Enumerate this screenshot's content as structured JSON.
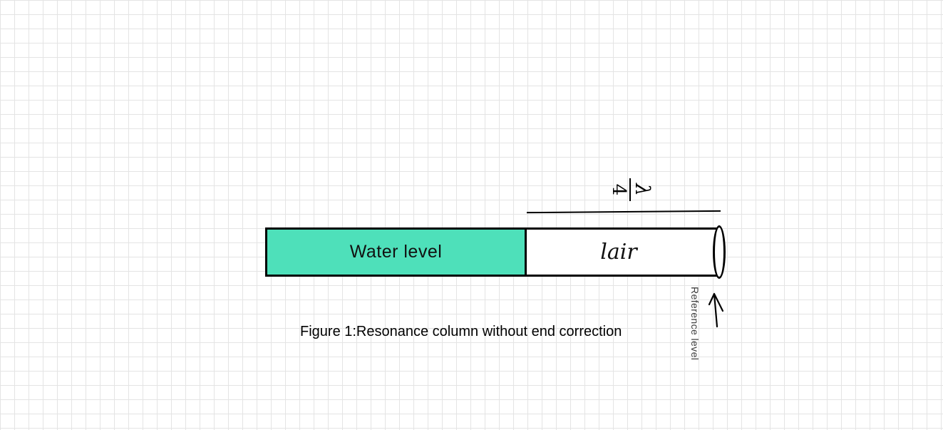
{
  "figure": {
    "water_label": "Water level",
    "air_column_label": "lair",
    "wavelength_fraction": {
      "numerator": "λ",
      "denominator": "4"
    },
    "reference_level_label": "Reference level",
    "caption": "Figure 1:Resonance column without end correction"
  },
  "colors": {
    "water_fill": "#4ee0ba",
    "outline": "#000000",
    "grid_line": "#e4e4e4",
    "canvas_background": "#ffffff",
    "reference_text": "#3d3d3d"
  }
}
